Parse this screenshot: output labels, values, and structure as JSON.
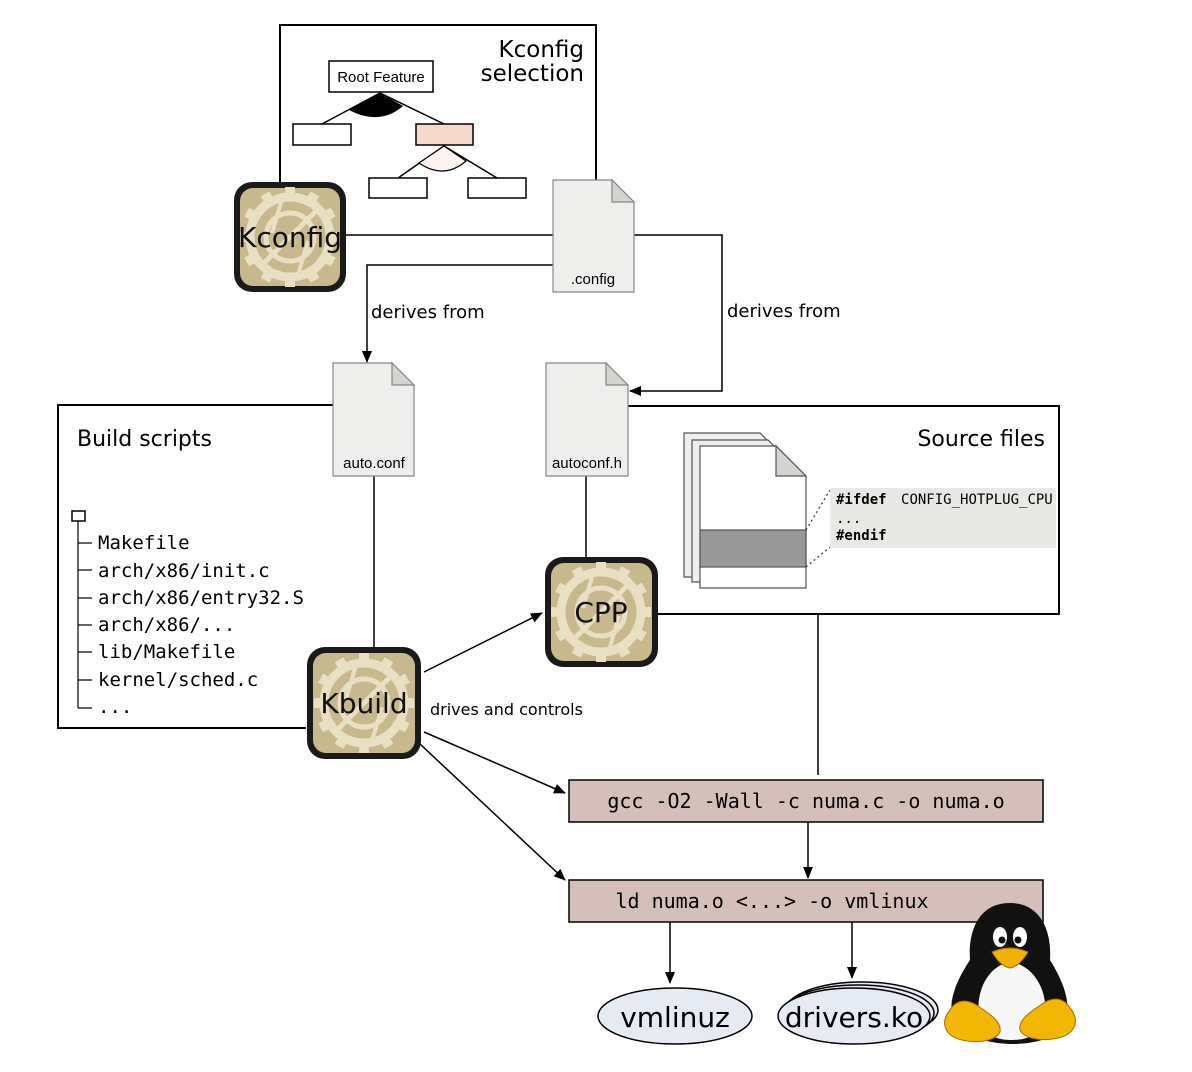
{
  "kconfig_panel": {
    "title_line1": "Kconfig",
    "title_line2": "selection",
    "root_feature": "Root Feature"
  },
  "tools": {
    "kconfig": "Kconfig",
    "cpp": "CPP",
    "kbuild": "Kbuild"
  },
  "files": {
    "config": ".config",
    "auto_conf": "auto.conf",
    "autoconf_h": "autoconf.h"
  },
  "edges": {
    "derives_from_left": "derives from",
    "derives_from_right": "derives from",
    "drives_and_controls": "drives and controls"
  },
  "build_scripts": {
    "title": "Build scripts",
    "items": [
      "Makefile",
      "arch/x86/init.c",
      "arch/x86/entry32.S",
      "arch/x86/...",
      "lib/Makefile",
      "kernel/sched.c",
      "..."
    ]
  },
  "source_files": {
    "title": "Source files",
    "snippet_ifdef_kw": "#ifdef",
    "snippet_ifdef_arg": "CONFIG_HOTPLUG_CPU",
    "snippet_dots": "...",
    "snippet_endif": "#endif"
  },
  "commands": {
    "gcc": "gcc -O2 -Wall -c numa.c -o numa.o",
    "ld": "ld numa.o <...> -o vmlinux"
  },
  "outputs": {
    "vmlinuz": "vmlinuz",
    "drivers": "drivers.ko"
  },
  "colors": {
    "gear_frame": "#1a1a1a",
    "gear_fill": "#c8b88e",
    "gear_cog": "#e9dfc2",
    "command_fill": "#d4bfbb",
    "selected_feature": "#f6d9cc",
    "file_fill": "#eeeeec",
    "output_fill": "#e6ebf3"
  }
}
